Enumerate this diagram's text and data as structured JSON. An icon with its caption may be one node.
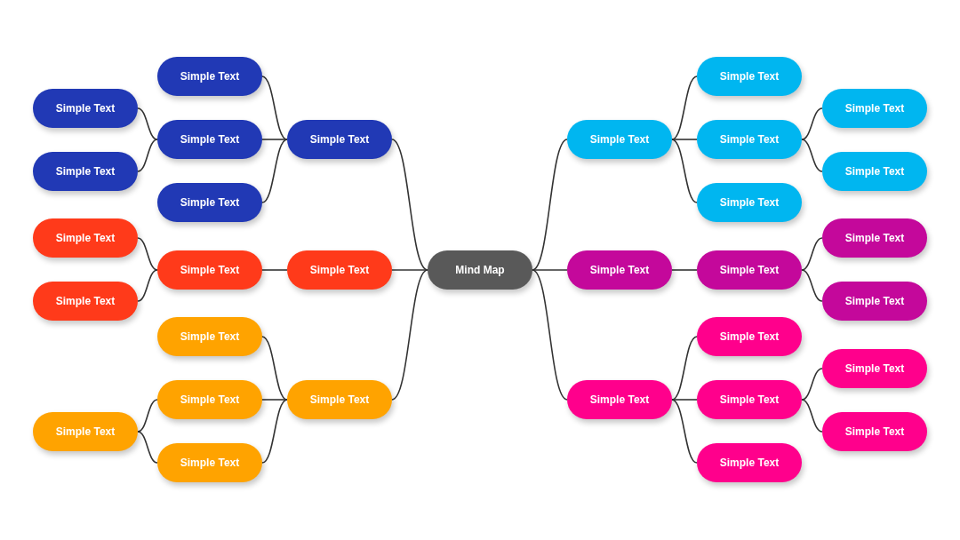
{
  "diagram": {
    "nodes": [
      {
        "text": [
          "Mind Map"
        ]
      },
      {
        "text": [
          "Simple Text"
        ]
      },
      {
        "text": [
          "Simple Text"
        ]
      },
      {
        "text": [
          "Simple Text"
        ]
      },
      {
        "text": [
          "Simple Text"
        ]
      },
      {
        "text": [
          "Simple Text"
        ]
      },
      {
        "text": [
          "Simple Text"
        ]
      },
      {
        "text": [
          "Simple Text"
        ]
      },
      {
        "text": [
          "Simple Text"
        ]
      },
      {
        "text": [
          "Simple Text"
        ]
      },
      {
        "text": [
          "Simple Text"
        ]
      },
      {
        "text": [
          "Simple Text"
        ]
      },
      {
        "text": [
          "Simple Text"
        ]
      },
      {
        "text": [
          "Simple Text"
        ]
      },
      {
        "text": [
          "Simple Text"
        ]
      },
      {
        "text": [
          "Simple Text"
        ]
      },
      {
        "text": [
          "Simple Text"
        ]
      },
      {
        "text": [
          "Simple Text"
        ]
      },
      {
        "text": [
          "Simple Text"
        ]
      },
      {
        "text": [
          "Simple Text"
        ]
      },
      {
        "text": [
          "Simple Text"
        ]
      },
      {
        "text": [
          "Simple Text"
        ]
      },
      {
        "text": [
          "Simple Text"
        ]
      },
      {
        "text": [
          "Simple Text"
        ]
      },
      {
        "text": [
          "Simple Text"
        ]
      },
      {
        "text": [
          "Simple Text"
        ]
      },
      {
        "text": [
          "Simple Text"
        ]
      },
      {
        "text": [
          "Simple Text"
        ]
      },
      {
        "text": [
          "Simple Text"
        ]
      },
      {
        "text": [
          "Simple Text"
        ]
      },
      {
        "text": [
          "Simple Text"
        ]
      },
      {
        "text": [
          "Simple Text"
        ]
      }
    ],
    "edges": [
      {
        "from": 0,
        "to": 1,
        "arrow": "none"
      },
      {
        "from": 1,
        "to": 2,
        "arrow": "none"
      },
      {
        "from": 1,
        "to": 3,
        "arrow": "none"
      },
      {
        "from": 1,
        "to": 4,
        "arrow": "none"
      },
      {
        "from": 3,
        "to": 5,
        "arrow": "none"
      },
      {
        "from": 3,
        "to": 6,
        "arrow": "none"
      },
      {
        "from": 0,
        "to": 7,
        "arrow": "none"
      },
      {
        "from": 7,
        "to": 8,
        "arrow": "none"
      },
      {
        "from": 8,
        "to": 9,
        "arrow": "none"
      },
      {
        "from": 8,
        "to": 10,
        "arrow": "none"
      },
      {
        "from": 0,
        "to": 11,
        "arrow": "none"
      },
      {
        "from": 11,
        "to": 12,
        "arrow": "none"
      },
      {
        "from": 11,
        "to": 13,
        "arrow": "none"
      },
      {
        "from": 11,
        "to": 14,
        "arrow": "none"
      },
      {
        "from": 13,
        "to": 15,
        "arrow": "none"
      },
      {
        "from": 14,
        "to": 15,
        "arrow": "none"
      },
      {
        "from": 0,
        "to": 16,
        "arrow": "none"
      },
      {
        "from": 16,
        "to": 17,
        "arrow": "none"
      },
      {
        "from": 16,
        "to": 18,
        "arrow": "none"
      },
      {
        "from": 16,
        "to": 19,
        "arrow": "none"
      },
      {
        "from": 18,
        "to": 20,
        "arrow": "none"
      },
      {
        "from": 18,
        "to": 21,
        "arrow": "none"
      },
      {
        "from": 0,
        "to": 22,
        "arrow": "none"
      },
      {
        "from": 22,
        "to": 23,
        "arrow": "none"
      },
      {
        "from": 23,
        "to": 24,
        "arrow": "none"
      },
      {
        "from": 23,
        "to": 25,
        "arrow": "none"
      },
      {
        "from": 0,
        "to": 26,
        "arrow": "none"
      },
      {
        "from": 26,
        "to": 27,
        "arrow": "none"
      },
      {
        "from": 26,
        "to": 28,
        "arrow": "none"
      },
      {
        "from": 26,
        "to": 29,
        "arrow": "none"
      },
      {
        "from": 28,
        "to": 30,
        "arrow": "none"
      },
      {
        "from": 28,
        "to": 31,
        "arrow": "none"
      }
    ]
  }
}
